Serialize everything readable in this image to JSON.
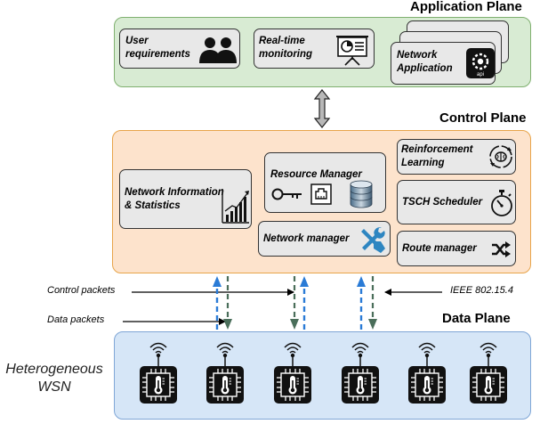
{
  "application_plane": {
    "title": "Application Plane",
    "user_req": {
      "line1": "User",
      "line2": "requirements"
    },
    "realtime": {
      "line1": "Real-time",
      "line2": "monitoring"
    },
    "netapp": {
      "line1": "Network",
      "line2": "Application",
      "badge": "api"
    }
  },
  "control_plane": {
    "title": "Control Plane",
    "net_info": {
      "line1": "Network Information",
      "line2": "& Statistics"
    },
    "resource_manager": "Resource Manager",
    "network_manager": "Network manager",
    "rl": {
      "line1": "Reinforcement",
      "line2": "Learning"
    },
    "tsch": "TSCH  Scheduler",
    "route": "Route manager"
  },
  "data_plane": {
    "title": "Data Plane",
    "side_label": {
      "line1": "Heterogeneous",
      "line2": "WSN"
    },
    "sensor_count": 6
  },
  "annotations": {
    "control_packets": "Control packets",
    "data_packets": "Data packets",
    "ieee": "IEEE 802.15.4"
  },
  "colors": {
    "app_fill": "#d8ebd3",
    "app_border": "#7fb06f",
    "ctrl_fill": "#fde3cc",
    "ctrl_border": "#e8a44a",
    "data_fill": "#d6e6f7",
    "data_border": "#7fa6d6",
    "box_fill": "#e8e8e8",
    "blue_arrow": "#2a7bd6",
    "green_arrow": "#4a6e5a"
  }
}
